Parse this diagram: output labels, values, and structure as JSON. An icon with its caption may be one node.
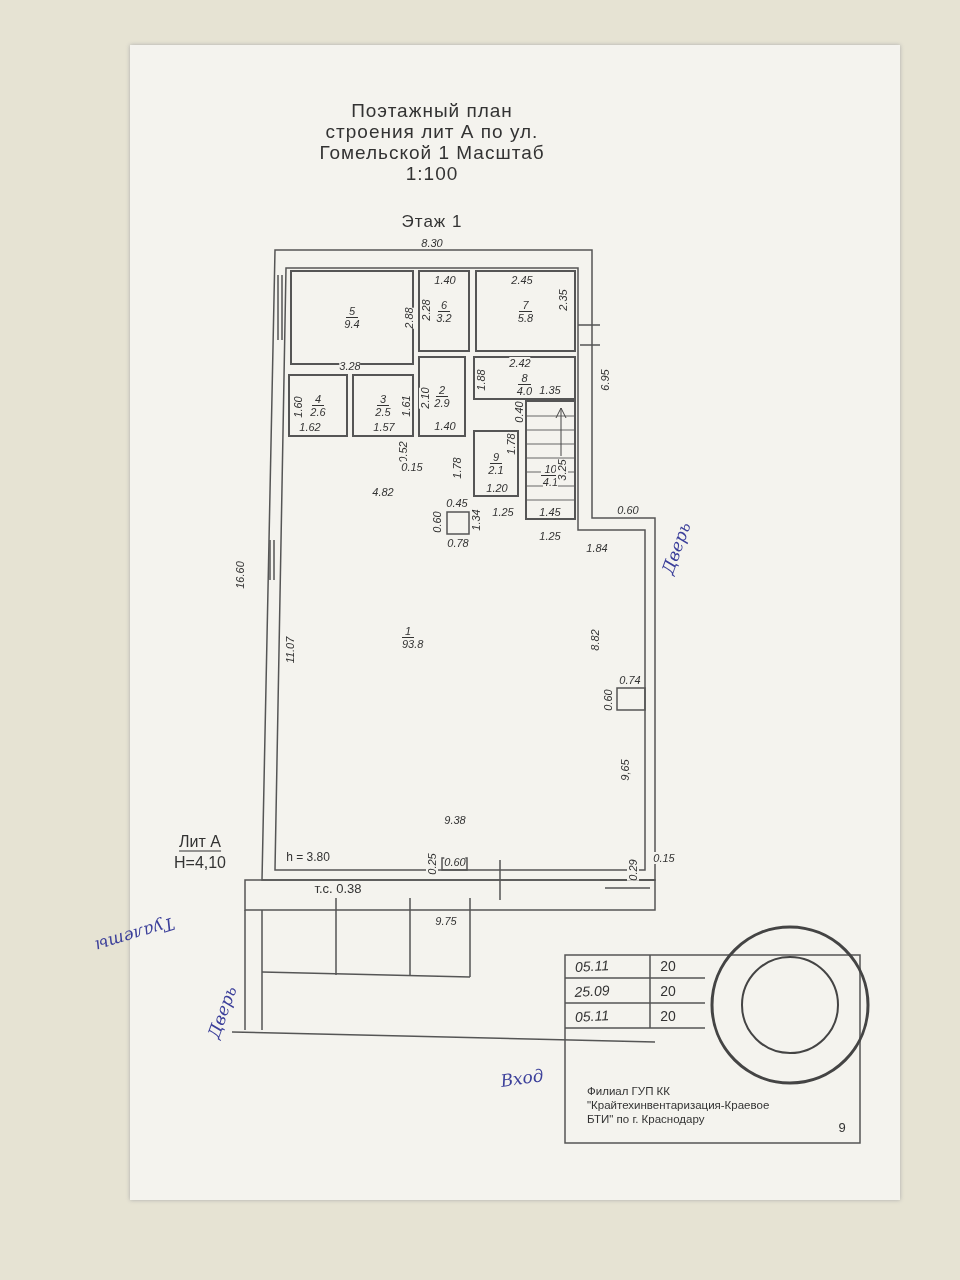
{
  "diagram": {
    "title": "Поэтажный план строения лит А по ул. Гомельской 1 Масштаб 1:100",
    "nodes": [
      {
        "text": [
          "5",
          "9.4"
        ]
      },
      {
        "text": [
          "6",
          "3.2"
        ]
      },
      {
        "text": [
          "7",
          "5.8"
        ]
      },
      {
        "text": [
          "4",
          "2.6"
        ]
      },
      {
        "text": [
          "3",
          "2.5"
        ]
      },
      {
        "text": [
          "2",
          "2.9"
        ]
      },
      {
        "text": [
          "8",
          "4.0"
        ]
      },
      {
        "text": [
          "9",
          "2.1"
        ]
      },
      {
        "text": [
          "10",
          "4.1"
        ]
      },
      {
        "text": [
          "1",
          "93.8"
        ]
      }
    ],
    "labels": [
      "Этаж 1",
      "8.30",
      "1.40",
      "2.45",
      "2.88",
      "2.28",
      "2.35",
      "6.95",
      "3.28",
      "2.42",
      "1.60",
      "1.61",
      "2.10",
      "1.88",
      "1.35",
      "0.40",
      "1.62",
      "1.57",
      "1.40",
      "0.52",
      "0.15",
      "1.78",
      "1.78",
      "3.25",
      "4.82",
      "1.20",
      "0.45",
      "0.60",
      "0.78",
      "1.34",
      "1.25",
      "1.45",
      "0.60",
      "1.25",
      "1.84",
      "16.60",
      "11.07",
      "8.82",
      "0.74",
      "0.60",
      "9,65",
      "9.38",
      "Лит А",
      "H=4,10",
      "h = 3.80",
      "0.25",
      "0.60",
      "0.15",
      "0.29",
      "т.с. 0.38",
      "9.75",
      "Туалеты",
      "Дверь",
      "Дверь",
      "Вход",
      "05.11",
      "20",
      "25.09",
      "20",
      "05.11",
      "20",
      "Филиал ГУП КК \"Крайтехинвентаризация-Краевое БТИ\" по г. Краснодару",
      "9"
    ]
  }
}
